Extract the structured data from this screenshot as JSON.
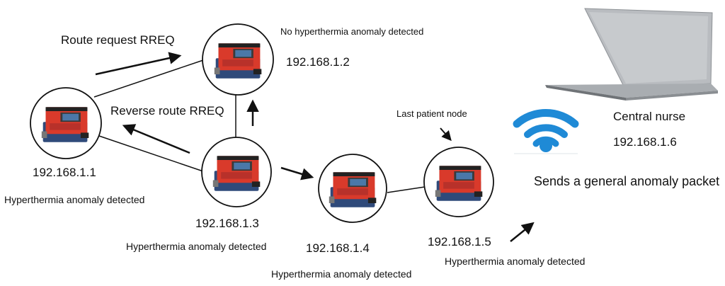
{
  "nodes": [
    {
      "id": "n1",
      "ip": "192.168.1.1",
      "status": "Hyperthermia anomaly detected"
    },
    {
      "id": "n2",
      "ip": "192.168.1.2",
      "status": "No hyperthermia anomaly detected"
    },
    {
      "id": "n3",
      "ip": "192.168.1.3",
      "status": "Hyperthermia anomaly detected"
    },
    {
      "id": "n4",
      "ip": "192.168.1.4",
      "status": "Hyperthermia anomaly detected"
    },
    {
      "id": "n5",
      "ip": "192.168.1.5",
      "status": "Hyperthermia anomaly detected",
      "note": "Last patient node"
    }
  ],
  "central": {
    "title": "Central nurse",
    "ip": "192.168.1.6",
    "message": "Sends a general anomaly packet"
  },
  "annotations": {
    "route_request": "Route request RREQ",
    "reverse_route": "Reverse route RREQ"
  },
  "icons": {
    "node_device": "arduino-board-icon",
    "central_device": "laptop-icon",
    "wireless": "wifi-icon"
  },
  "colors": {
    "board_red": "#d93a2b",
    "wifi_blue": "#1f8ad6",
    "laptop_silver": "#b9bcc0"
  }
}
